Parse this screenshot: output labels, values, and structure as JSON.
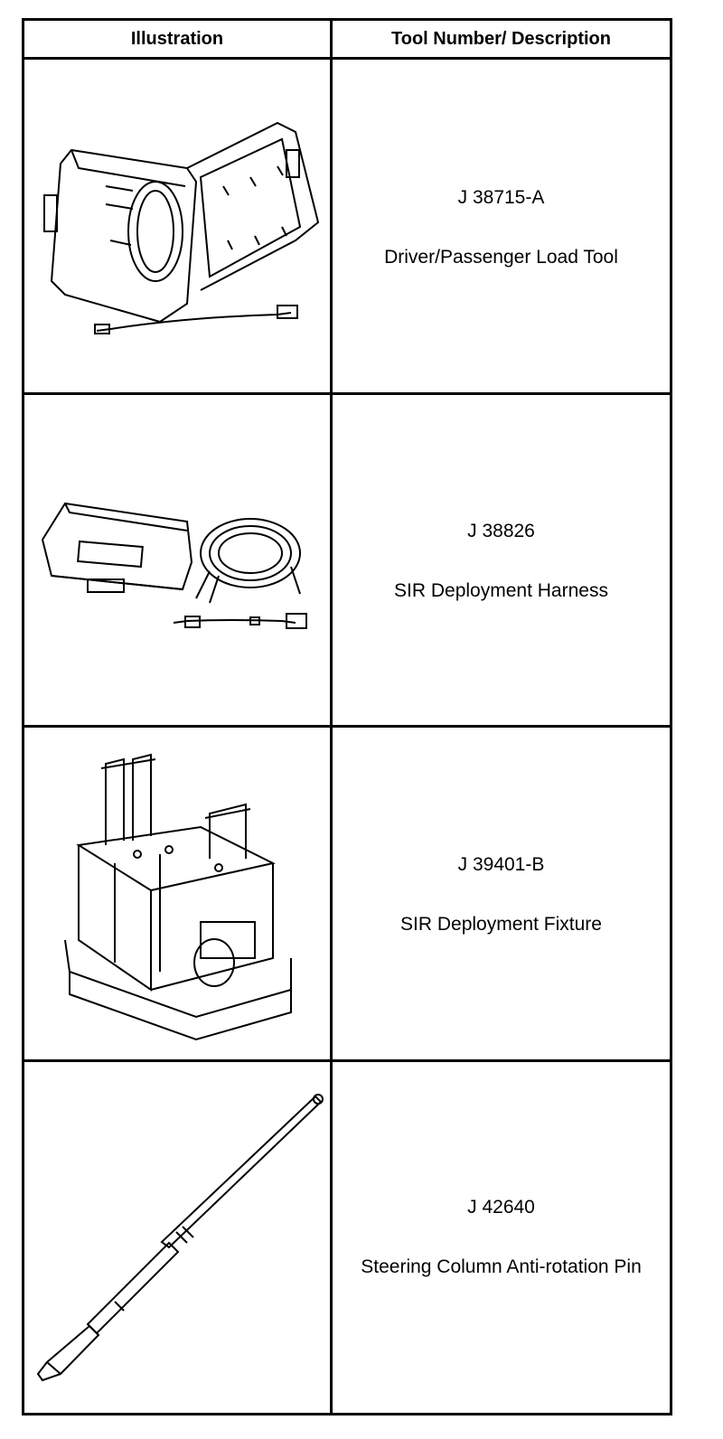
{
  "header": {
    "illustration": "Illustration",
    "tool": "Tool Number/ Description"
  },
  "rows": [
    {
      "number": "J 38715-A",
      "description": "Driver/Passenger Load Tool",
      "icon": "load-tool-case-icon"
    },
    {
      "number": "J 38826",
      "description": "SIR Deployment Harness",
      "icon": "deployment-harness-icon"
    },
    {
      "number": "J 39401-B",
      "description": "SIR Deployment Fixture",
      "icon": "deployment-fixture-icon"
    },
    {
      "number": "J 42640",
      "description": "Steering Column Anti-rotation Pin",
      "icon": "anti-rotation-pin-icon"
    }
  ]
}
